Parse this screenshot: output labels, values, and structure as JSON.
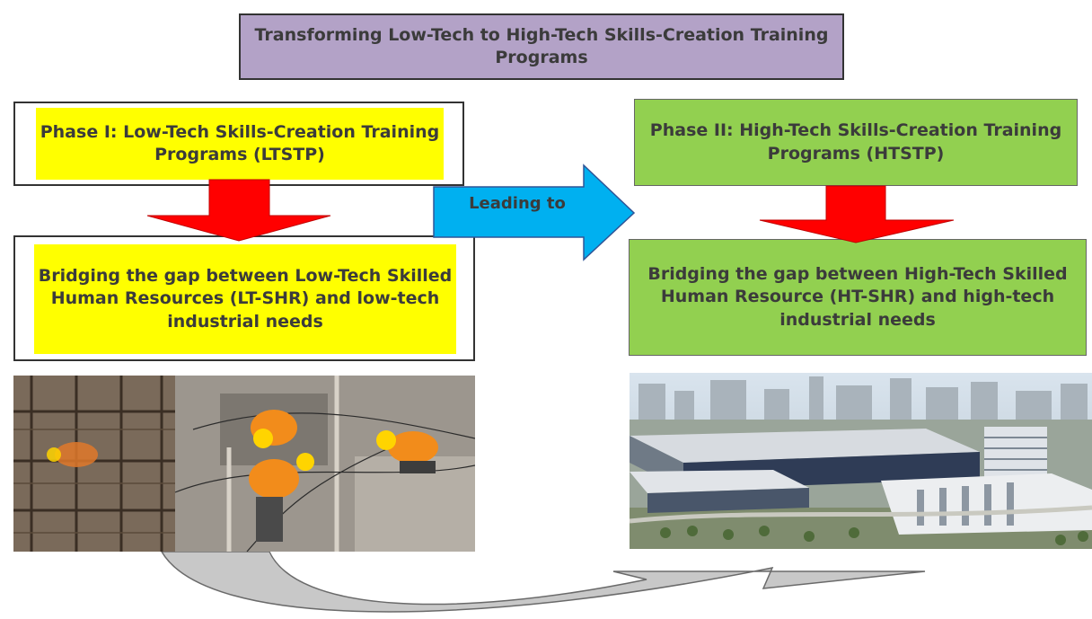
{
  "colors": {
    "title_bg": "#b3a2c7",
    "phase1_bg": "#ffff00",
    "phase2_bg": "#92d050",
    "down_arrow": "#ff0000",
    "leading_arrow": "#00b0f0",
    "curved_arrow": "#c8c8c8"
  },
  "title": "Transforming Low-Tech to High-Tech Skills-Creation Training Programs",
  "phase1": {
    "heading": "Phase I: Low-Tech Skills-Creation Training Programs (LTSTP)",
    "outcome": "Bridging the gap between Low-Tech Skilled Human Resources (LT-SHR) and low-tech industrial needs"
  },
  "phase2": {
    "heading": "Phase II: High-Tech Skills-Creation Training Programs (HTSTP)",
    "outcome": "Bridging the gap between High-Tech Skilled Human Resource (HT-SHR) and high-tech industrial needs"
  },
  "connector": {
    "label": "Leading to"
  },
  "images": {
    "left": "construction-workers-photo",
    "right": "high-tech-industrial-park-photo"
  }
}
